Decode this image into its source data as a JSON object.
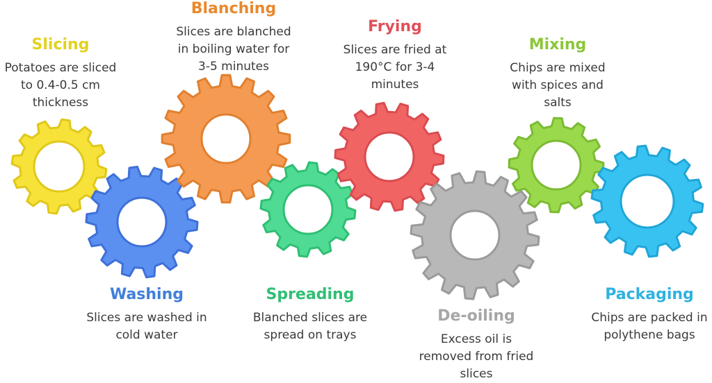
{
  "steps": [
    {
      "key": "slicing",
      "title": "Slicing",
      "color": "#E3D21E",
      "gear_fill": "#F7E23A",
      "gear_stroke": "#E0C81A",
      "desc": [
        "Potatoes are sliced",
        "to 0.4-0.5 cm",
        "thickness"
      ]
    },
    {
      "key": "washing",
      "title": "Washing",
      "color": "#3F7FD9",
      "gear_fill": "#5B8FF0",
      "gear_stroke": "#3E70D8",
      "desc": [
        "Slices are washed in",
        "cold water"
      ]
    },
    {
      "key": "blanching",
      "title": "Blanching",
      "color": "#E8892E",
      "gear_fill": "#F49A52",
      "gear_stroke": "#E0802F",
      "desc": [
        "Slices are blanched",
        "in boiling water for",
        "3-5 minutes"
      ]
    },
    {
      "key": "spreading",
      "title": "Spreading",
      "color": "#2FBF74",
      "gear_fill": "#4FDB93",
      "gear_stroke": "#2FBE73",
      "desc": [
        "Blanched slices are",
        "spread on trays"
      ]
    },
    {
      "key": "frying",
      "title": "Frying",
      "color": "#E0505A",
      "gear_fill": "#F06464",
      "gear_stroke": "#D94B50",
      "desc": [
        "Slices are fried at",
        "190°C for 3-4",
        "minutes"
      ]
    },
    {
      "key": "deoiling",
      "title": "De-oiling",
      "color": "#A6A6A6",
      "gear_fill": "#B8B8B8",
      "gear_stroke": "#9A9A9A",
      "desc": [
        "Excess oil is",
        "removed from fried",
        "slices"
      ]
    },
    {
      "key": "mixing",
      "title": "Mixing",
      "color": "#8CC63A",
      "gear_fill": "#9AD94C",
      "gear_stroke": "#7CBA34",
      "desc": [
        "Chips are mixed",
        "with spices and",
        "salts"
      ]
    },
    {
      "key": "packaging",
      "title": "Packaging",
      "color": "#2FB2E0",
      "gear_fill": "#38C2F2",
      "gear_stroke": "#1FA5D6",
      "desc": [
        "Chips are packed in",
        "polythene bags"
      ]
    }
  ]
}
